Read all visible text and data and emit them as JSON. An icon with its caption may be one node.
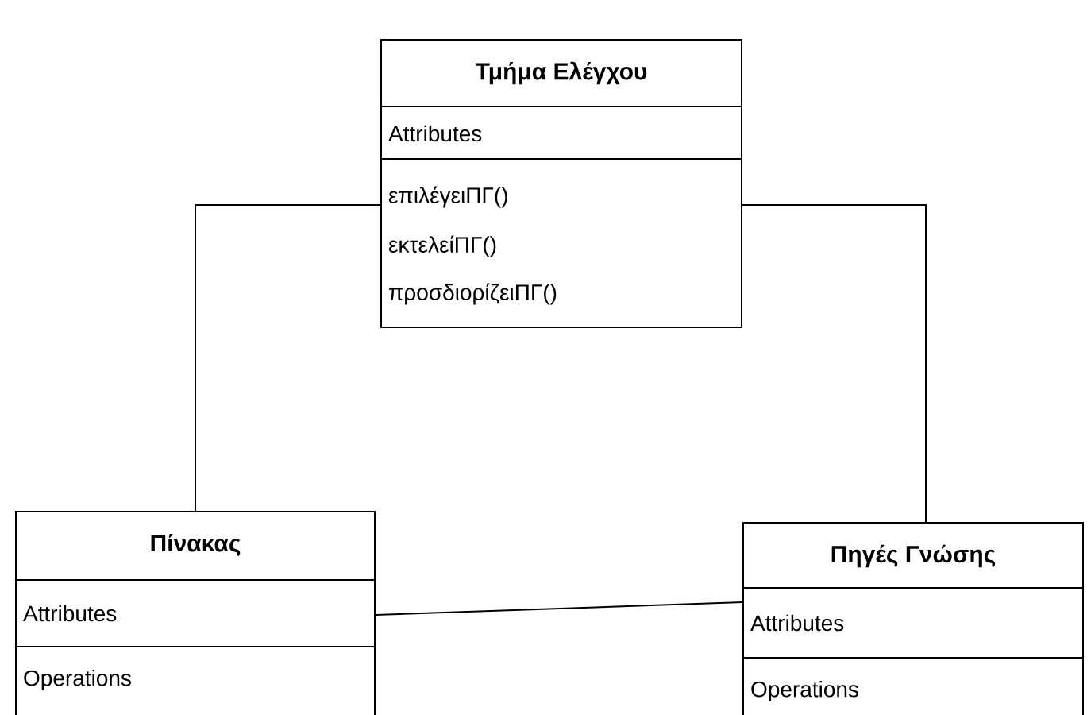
{
  "diagram": {
    "nodes": [
      {
        "text": [
          "Τμήμα Ελέγχου",
          "Attributes",
          "επιλέγειΠΓ()",
          "εκτελείΠΓ()",
          "προσδιορίζειΠΓ()"
        ]
      },
      {
        "text": [
          "Πίνακας",
          "Attributes",
          "Operations"
        ]
      },
      {
        "text": [
          "Πηγές Γνώσης",
          "Attributes",
          "Operations"
        ]
      }
    ],
    "edges": [
      {
        "from": 0,
        "to": 1,
        "arrow": "none"
      },
      {
        "from": 0,
        "to": 2,
        "arrow": "none"
      },
      {
        "from": 1,
        "to": 2,
        "arrow": "none"
      }
    ]
  }
}
